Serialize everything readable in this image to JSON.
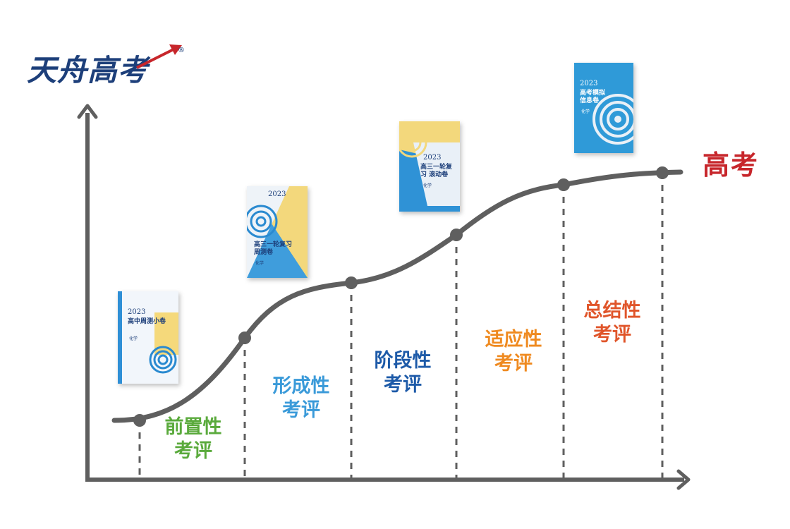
{
  "logo": {
    "text": "天舟高考",
    "reg_mark": "®"
  },
  "goal_label": "高考",
  "stages": [
    {
      "line1": "前置性",
      "line2": "考评",
      "color": "#5aaa3c"
    },
    {
      "line1": "形成性",
      "line2": "考评",
      "color": "#3a9ad9"
    },
    {
      "line1": "阶段性",
      "line2": "考评",
      "color": "#1d5aa8"
    },
    {
      "line1": "适应性",
      "line2": "考评",
      "color": "#ef8a20"
    },
    {
      "line1": "总结性",
      "line2": "考评",
      "color": "#e0552a"
    }
  ],
  "books": [
    {
      "year": "2023",
      "title": "高中周测小卷",
      "sub": "化学"
    },
    {
      "year": "2023",
      "title": "高三一轮复习 周测卷",
      "sub": "化学"
    },
    {
      "year": "2023",
      "title": "高三一轮复习 滚动卷",
      "sub": "化学"
    },
    {
      "year": "2023",
      "title": "高考模拟 信息卷",
      "sub": "化学"
    }
  ],
  "colors": {
    "curve": "#5f5f5f",
    "axis": "#5f5f5f",
    "brand": "#1d3f7a",
    "goal": "#c7262b"
  }
}
